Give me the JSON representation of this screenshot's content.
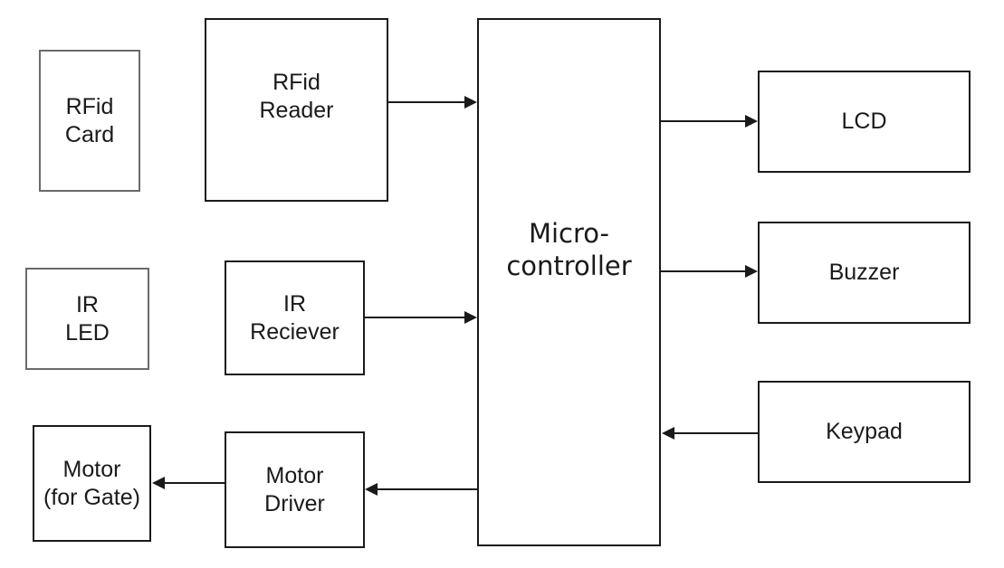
{
  "blocks": {
    "rfid_card": [
      "RFid",
      "Card"
    ],
    "rfid_reader": [
      "RFid",
      "Reader"
    ],
    "ir_led": [
      "IR",
      "LED"
    ],
    "ir_receiver": [
      "IR",
      "Reciever"
    ],
    "motor_gate": [
      "Motor",
      "(for Gate)"
    ],
    "motor_driver": [
      "Motor",
      "Driver"
    ],
    "microcontroller": [
      "Micro-",
      "controller"
    ],
    "lcd": [
      "LCD"
    ],
    "buzzer": [
      "Buzzer"
    ],
    "keypad": [
      "Keypad"
    ]
  }
}
